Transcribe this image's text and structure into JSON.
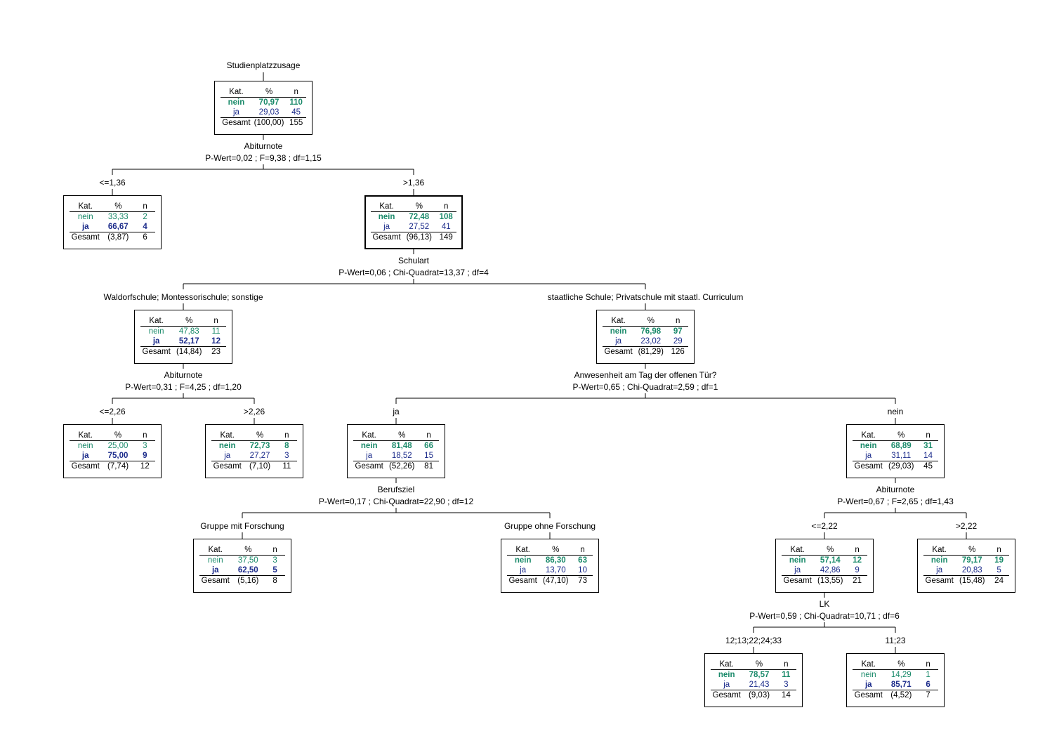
{
  "colors": {
    "nein": "#1a8a6a",
    "ja": "#1a2a8a",
    "line": "#000000"
  },
  "header": {
    "cat": "Kat.",
    "pct": "%",
    "n": "n"
  },
  "nodes": [
    {
      "id": "n0",
      "title": "Studienplatzzusage",
      "branch": "",
      "split": "Abiturnote",
      "test": "P-Wert=0,02 ; F=9,38 ; df=1,15",
      "nein_pct": "70,97",
      "nein_n": "110",
      "ja_pct": "29,03",
      "ja_n": "45",
      "gesamt_label": "Gesamt",
      "gesamt_pct": "(100,00)",
      "gesamt_n": "155",
      "winner": "nein",
      "selected": false
    },
    {
      "id": "n1",
      "branch": "<=1,36",
      "nein_pct": "33,33",
      "nein_n": "2",
      "ja_pct": "66,67",
      "ja_n": "4",
      "gesamt_label": "Gesamt",
      "gesamt_pct": "(3,87)",
      "gesamt_n": "6",
      "winner": "ja",
      "selected": false
    },
    {
      "id": "n2",
      "branch": ">1,36",
      "split": "Schulart",
      "test": "P-Wert=0,06 ; Chi-Quadrat=13,37 ; df=4",
      "nein_pct": "72,48",
      "nein_n": "108",
      "ja_pct": "27,52",
      "ja_n": "41",
      "gesamt_label": "Gesamt",
      "gesamt_pct": "(96,13)",
      "gesamt_n": "149",
      "winner": "nein",
      "selected": true
    },
    {
      "id": "n3",
      "branch": "Waldorfschule; Montessorischule; sonstige",
      "split": "Abiturnote",
      "test": "P-Wert=0,31 ; F=4,25 ; df=1,20",
      "nein_pct": "47,83",
      "nein_n": "11",
      "ja_pct": "52,17",
      "ja_n": "12",
      "gesamt_label": "Gesamt",
      "gesamt_pct": "(14,84)",
      "gesamt_n": "23",
      "winner": "ja",
      "selected": false
    },
    {
      "id": "n4",
      "branch": "staatliche Schule; Privatschule mit staatl. Curriculum",
      "split": "Anwesenheit am Tag der offenen Tür?",
      "test": "P-Wert=0,65 ; Chi-Quadrat=2,59 ; df=1",
      "nein_pct": "76,98",
      "nein_n": "97",
      "ja_pct": "23,02",
      "ja_n": "29",
      "gesamt_label": "Gesamt",
      "gesamt_pct": "(81,29)",
      "gesamt_n": "126",
      "winner": "nein",
      "selected": false
    },
    {
      "id": "n5",
      "branch": "<=2,26",
      "nein_pct": "25,00",
      "nein_n": "3",
      "ja_pct": "75,00",
      "ja_n": "9",
      "gesamt_label": "Gesamt",
      "gesamt_pct": "(7,74)",
      "gesamt_n": "12",
      "winner": "ja",
      "selected": false
    },
    {
      "id": "n6",
      "branch": ">2,26",
      "nein_pct": "72,73",
      "nein_n": "8",
      "ja_pct": "27,27",
      "ja_n": "3",
      "gesamt_label": "Gesamt",
      "gesamt_pct": "(7,10)",
      "gesamt_n": "11",
      "winner": "nein",
      "selected": false
    },
    {
      "id": "n7",
      "branch": "ja",
      "split": "Berufsziel",
      "test": "P-Wert=0,17 ; Chi-Quadrat=22,90 ; df=12",
      "nein_pct": "81,48",
      "nein_n": "66",
      "ja_pct": "18,52",
      "ja_n": "15",
      "gesamt_label": "Gesamt",
      "gesamt_pct": "(52,26)",
      "gesamt_n": "81",
      "winner": "nein",
      "selected": false
    },
    {
      "id": "n8",
      "branch": "nein",
      "split": "Abiturnote",
      "test": "P-Wert=0,67 ; F=2,65 ; df=1,43",
      "nein_pct": "68,89",
      "nein_n": "31",
      "ja_pct": "31,11",
      "ja_n": "14",
      "gesamt_label": "Gesamt",
      "gesamt_pct": "(29,03)",
      "gesamt_n": "45",
      "winner": "nein",
      "selected": false
    },
    {
      "id": "n9",
      "branch": "Gruppe mit Forschung",
      "nein_pct": "37,50",
      "nein_n": "3",
      "ja_pct": "62,50",
      "ja_n": "5",
      "gesamt_label": "Gesamt",
      "gesamt_pct": "(5,16)",
      "gesamt_n": "8",
      "winner": "ja",
      "selected": false
    },
    {
      "id": "n10",
      "branch": "Gruppe ohne Forschung",
      "nein_pct": "86,30",
      "nein_n": "63",
      "ja_pct": "13,70",
      "ja_n": "10",
      "gesamt_label": "Gesamt",
      "gesamt_pct": "(47,10)",
      "gesamt_n": "73",
      "winner": "nein",
      "selected": false
    },
    {
      "id": "n11",
      "branch": "<=2,22",
      "split": "LK",
      "test": "P-Wert=0,59 ; Chi-Quadrat=10,71 ; df=6",
      "nein_pct": "57,14",
      "nein_n": "12",
      "ja_pct": "42,86",
      "ja_n": "9",
      "gesamt_label": "Gesamt",
      "gesamt_pct": "(13,55)",
      "gesamt_n": "21",
      "winner": "nein",
      "selected": false
    },
    {
      "id": "n12",
      "branch": ">2,22",
      "nein_pct": "79,17",
      "nein_n": "19",
      "ja_pct": "20,83",
      "ja_n": "5",
      "gesamt_label": "Gesamt",
      "gesamt_pct": "(15,48)",
      "gesamt_n": "24",
      "winner": "nein",
      "selected": false
    },
    {
      "id": "n13",
      "branch": "12;13;22;24;33",
      "nein_pct": "78,57",
      "nein_n": "11",
      "ja_pct": "21,43",
      "ja_n": "3",
      "gesamt_label": "Gesamt",
      "gesamt_pct": "(9,03)",
      "gesamt_n": "14",
      "winner": "nein",
      "selected": false
    },
    {
      "id": "n14",
      "branch": "11;23",
      "nein_pct": "14,29",
      "nein_n": "1",
      "ja_pct": "85,71",
      "ja_n": "6",
      "gesamt_label": "Gesamt",
      "gesamt_pct": "(4,52)",
      "gesamt_n": "7",
      "winner": "ja",
      "selected": false
    }
  ],
  "edges": [
    {
      "from": "n0",
      "to": [
        "n1",
        "n2"
      ]
    },
    {
      "from": "n2",
      "to": [
        "n3",
        "n4"
      ]
    },
    {
      "from": "n3",
      "to": [
        "n5",
        "n6"
      ]
    },
    {
      "from": "n4",
      "to": [
        "n7",
        "n8"
      ]
    },
    {
      "from": "n7",
      "to": [
        "n9",
        "n10"
      ]
    },
    {
      "from": "n8",
      "to": [
        "n11",
        "n12"
      ]
    },
    {
      "from": "n11",
      "to": [
        "n13",
        "n14"
      ]
    }
  ]
}
